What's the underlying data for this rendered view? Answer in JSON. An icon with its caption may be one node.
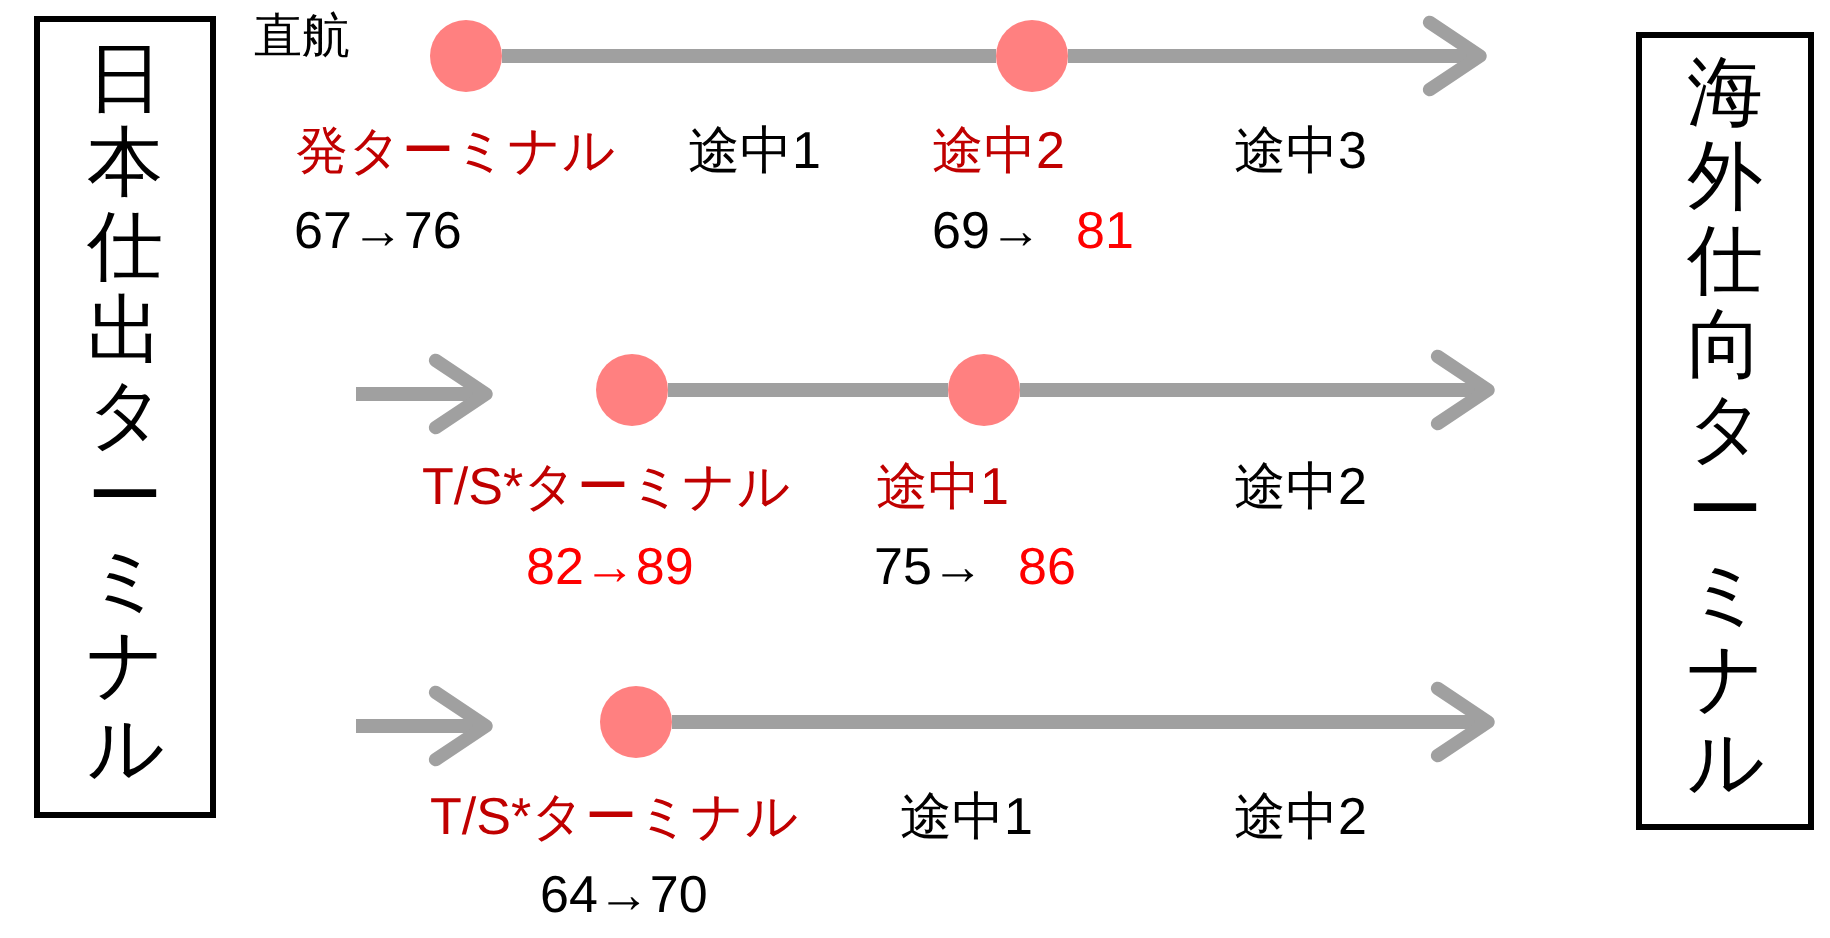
{
  "diagram": {
    "nodes": [
      {
        "text": [
          "日本仕出ターミナル"
        ]
      },
      {
        "text": [
          "海外仕向ターミナル"
        ]
      },
      {
        "text": [],
        "shape": "circle"
      },
      {
        "text": [],
        "shape": "circle"
      },
      {
        "text": [],
        "shape": "circle"
      },
      {
        "text": [],
        "shape": "circle"
      },
      {
        "text": [],
        "shape": "circle"
      }
    ],
    "edges": [
      {
        "from": 2,
        "to": 3,
        "arrow": "none"
      },
      {
        "from": 3,
        "to": null,
        "arrow": "to"
      },
      {
        "from": 4,
        "to": 5,
        "arrow": "none"
      },
      {
        "from": 5,
        "to": null,
        "arrow": "to"
      },
      {
        "from": 6,
        "to": null,
        "arrow": "to"
      }
    ],
    "labels": [
      "直航",
      "発ターミナル",
      "途中1",
      "途中2",
      "途中3",
      "67→76",
      "69→",
      "81",
      "T/S*ターミナル",
      "途中1",
      "途中2",
      "82→89",
      "75→",
      "86",
      "T/S*ターミナル",
      "途中1",
      "途中2",
      "64→70"
    ]
  }
}
